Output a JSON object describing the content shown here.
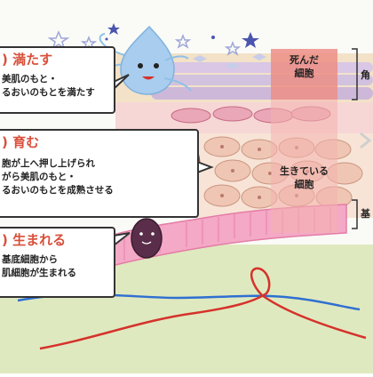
{
  "callouts": {
    "fill": {
      "head": ")  満たす",
      "line1": "美肌のもと・",
      "line2": "るおいのもとを満たす"
    },
    "grow": {
      "head": ")  育む",
      "line1": "胞が上へ押し上げられ",
      "line2": "がら美肌のもと・",
      "line3": "るおいのもとを成熟させる"
    },
    "born": {
      "head": ")  生まれる",
      "line1": "基底細胞から",
      "line2": "肌細胞が生まれる"
    }
  },
  "layers": {
    "dead": {
      "line1": "死んだ",
      "line2": "細胞"
    },
    "living": {
      "line1": "生きている",
      "line2": "細胞"
    }
  },
  "side_labels": {
    "top": "角",
    "bottom": "基"
  },
  "colors": {
    "accent_red": "#d94f3a",
    "dead_band": "#ec8e86",
    "living_overlay": "#f4b3ae",
    "purple_cell": "#8a3f7c",
    "blue_vessel": "#2f6fd1",
    "red_vessel": "#d5322b",
    "green_dermis": "#dbe7b8",
    "water_drop": "#a9cdee"
  },
  "icons": [
    "water-drop-character-icon",
    "cell-character-icon",
    "basal-cell-character-icon",
    "star-icon",
    "sparkle-icon"
  ]
}
